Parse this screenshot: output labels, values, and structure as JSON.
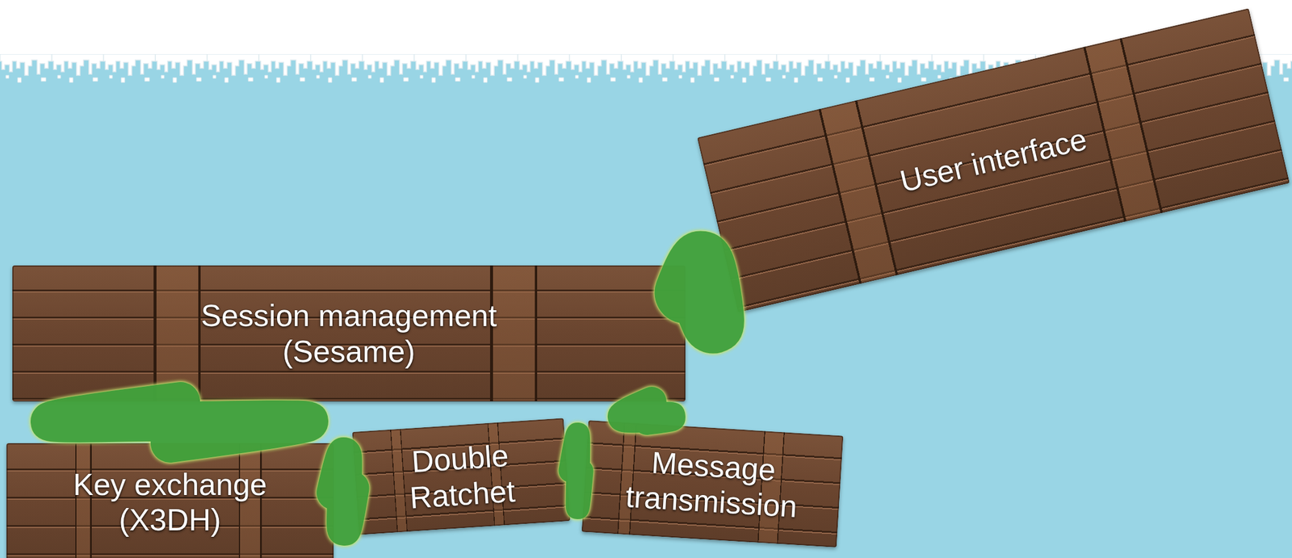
{
  "diagram": {
    "nodes": [
      {
        "text": [
          "User interface"
        ]
      },
      {
        "text": [
          "Session management (Sesame)"
        ]
      },
      {
        "text": [
          "Key exchange (X3DH)"
        ]
      },
      {
        "text": [
          "Double Ratchet"
        ]
      },
      {
        "text": [
          "Message transmission"
        ]
      }
    ],
    "edges": [
      {
        "from": 1,
        "to": 0,
        "arrow": "none"
      },
      {
        "from": 1,
        "to": 2,
        "arrow": "none"
      },
      {
        "from": 1,
        "to": 4,
        "arrow": "none"
      },
      {
        "from": 2,
        "to": 3,
        "arrow": "none"
      },
      {
        "from": 3,
        "to": 4,
        "arrow": "none"
      }
    ]
  }
}
